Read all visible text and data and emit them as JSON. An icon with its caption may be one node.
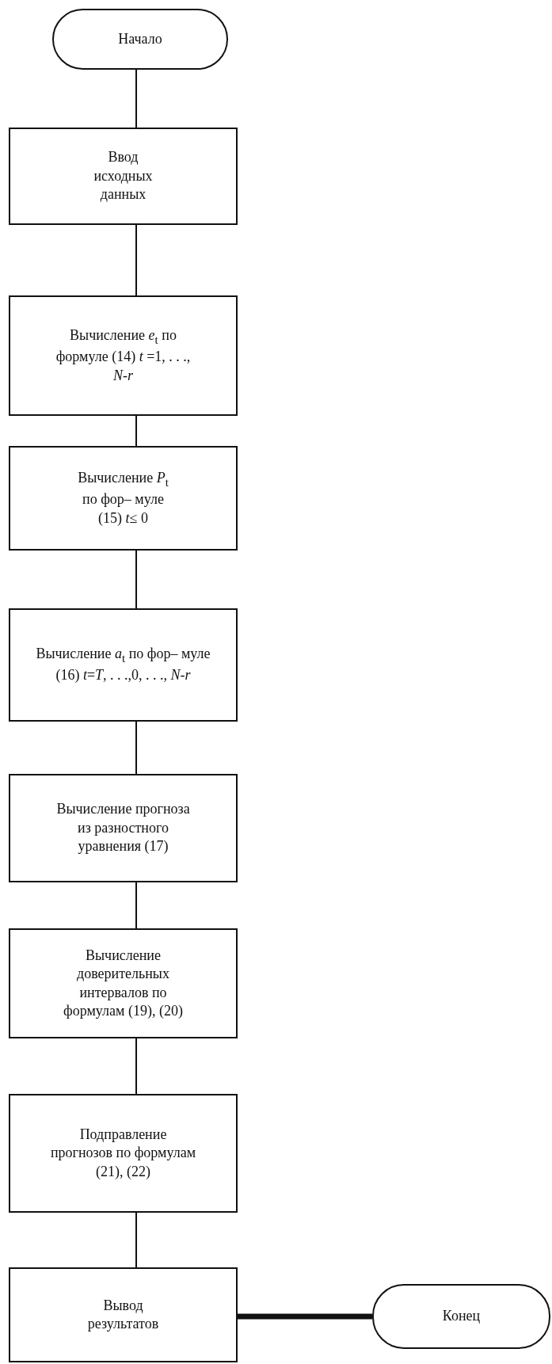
{
  "diagram": {
    "nodes": [
      {
        "text": [
          "Начало"
        ]
      },
      {
        "text": [
          "Ввод исходных данных"
        ]
      },
      {
        "text": [
          "Вычисление *e*$_{t}$ по формуле (14) *t* =1, . . ., *N*-*r*"
        ]
      },
      {
        "text": [
          "Вычисление *P*$_{t}$ по фор– муле (15) *t*≤ 0"
        ]
      },
      {
        "text": [
          "Вычисление *a*$_{t}$ по фор– муле (16) *t*=*T*, . . .,0, . . ., *N*-*r*"
        ]
      },
      {
        "text": [
          "Вычисление прогноза из разностного уравнения (17)"
        ]
      },
      {
        "text": [
          "Вычисление доверительных интервалов по формулам (19), (20)"
        ]
      },
      {
        "text": [
          "Подправление прогнозов по формулам (21), (22)"
        ]
      },
      {
        "text": [
          "Вывод результатов"
        ]
      },
      {
        "text": [
          "Конец"
        ]
      }
    ],
    "edges": [
      {
        "from": 0,
        "to": 1,
        "arrow": "none"
      },
      {
        "from": 1,
        "to": 2,
        "arrow": "none"
      },
      {
        "from": 2,
        "to": 3,
        "arrow": "none"
      },
      {
        "from": 3,
        "to": 4,
        "arrow": "none"
      },
      {
        "from": 4,
        "to": 5,
        "arrow": "none"
      },
      {
        "from": 5,
        "to": 6,
        "arrow": "none"
      },
      {
        "from": 6,
        "to": 7,
        "arrow": "none"
      },
      {
        "from": 7,
        "to": 8,
        "arrow": "none"
      },
      {
        "from": 8,
        "to": 9,
        "arrow": "none",
        "style": "thick"
      }
    ]
  }
}
